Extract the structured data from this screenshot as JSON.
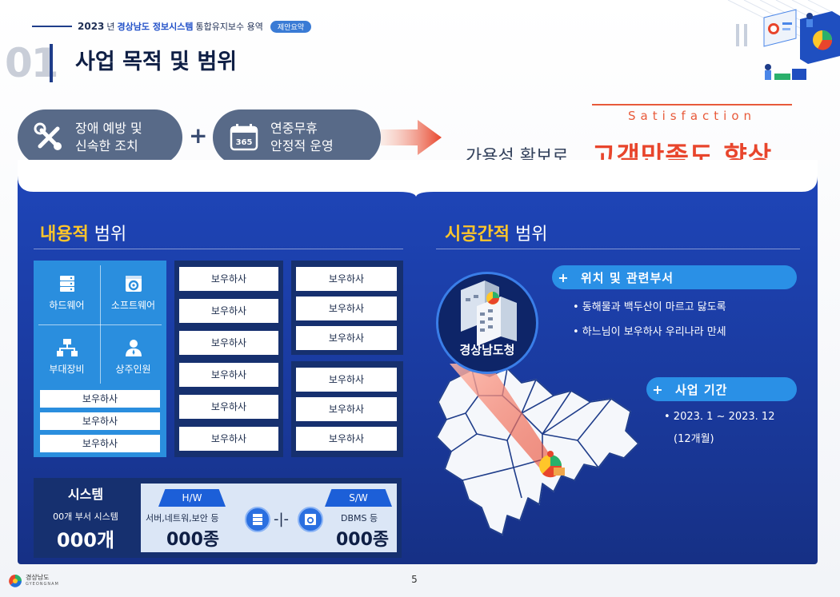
{
  "header": {
    "year": "2023",
    "year_suffix": "년",
    "org": "경상남도 정보시스템",
    "project": "통합유지보수 용역",
    "badge": "제안요약"
  },
  "section": {
    "number": "01",
    "title": "사업 목적 및 범위"
  },
  "top_strip": {
    "pill1_line1": "장애 예방 및",
    "pill1_line2": "신속한 조치",
    "pill1_icon": "tools-icon",
    "plus": "+",
    "pill2_line1": "연중무휴",
    "pill2_line2": "안정적 운영",
    "pill2_icon": "calendar-365-icon",
    "calendar_number": "365",
    "satisfaction_word": "Satisfaction",
    "lead_text": "가용성 확보로",
    "main_text": "고객만족도 향상"
  },
  "content_scope": {
    "title_highlight": "내용적",
    "title_rest": " 범위",
    "categories": [
      {
        "label": "하드웨어",
        "icon": "server-icon"
      },
      {
        "label": "소프트웨어",
        "icon": "software-gear-icon"
      },
      {
        "label": "부대장비",
        "icon": "network-icon"
      },
      {
        "label": "상주인원",
        "icon": "person-icon"
      }
    ],
    "category_items": [
      "보우하사",
      "보우하사",
      "보우하사"
    ],
    "column_a": [
      "보우하사",
      "보우하사",
      "보우하사",
      "보우하사",
      "보우하사",
      "보우하사"
    ],
    "column_b1": [
      "보우하사",
      "보우하사",
      "보우하사"
    ],
    "column_b2": [
      "보우하사",
      "보우하사",
      "보우하사"
    ]
  },
  "system": {
    "title": "시스템",
    "subtitle": "00개 부서 시스템",
    "count": "000개",
    "hw_tab": "H/W",
    "hw_desc": "서버,네트워,보안 등",
    "hw_count": "000종",
    "sw_tab": "S/W",
    "sw_desc": "DBMS 등",
    "sw_count": "000종",
    "link_symbol": "-|-"
  },
  "spatial_scope": {
    "title_highlight": "시공간적",
    "title_rest": " 범위",
    "location_label": "위치 및 관련부서",
    "location_bullets": [
      "• 동해물과 백두산이 마르고 닳도록",
      "• 하느님이 보우하사 우리나라 만세"
    ],
    "period_label": "사업 기간",
    "period_bullet_1": "• 2023. 1 ~ 2023. 12",
    "period_bullet_2": "(12개월)",
    "plus": "+",
    "office_label": "경상남도청"
  },
  "footer": {
    "logo_name": "경상남도",
    "logo_sub": "GYEONGNAM",
    "page": "5"
  },
  "colors": {
    "navy": "#1f3d8a",
    "orange": "#e8452c",
    "yellow": "#ffc62a",
    "sky": "#2a90e6"
  }
}
